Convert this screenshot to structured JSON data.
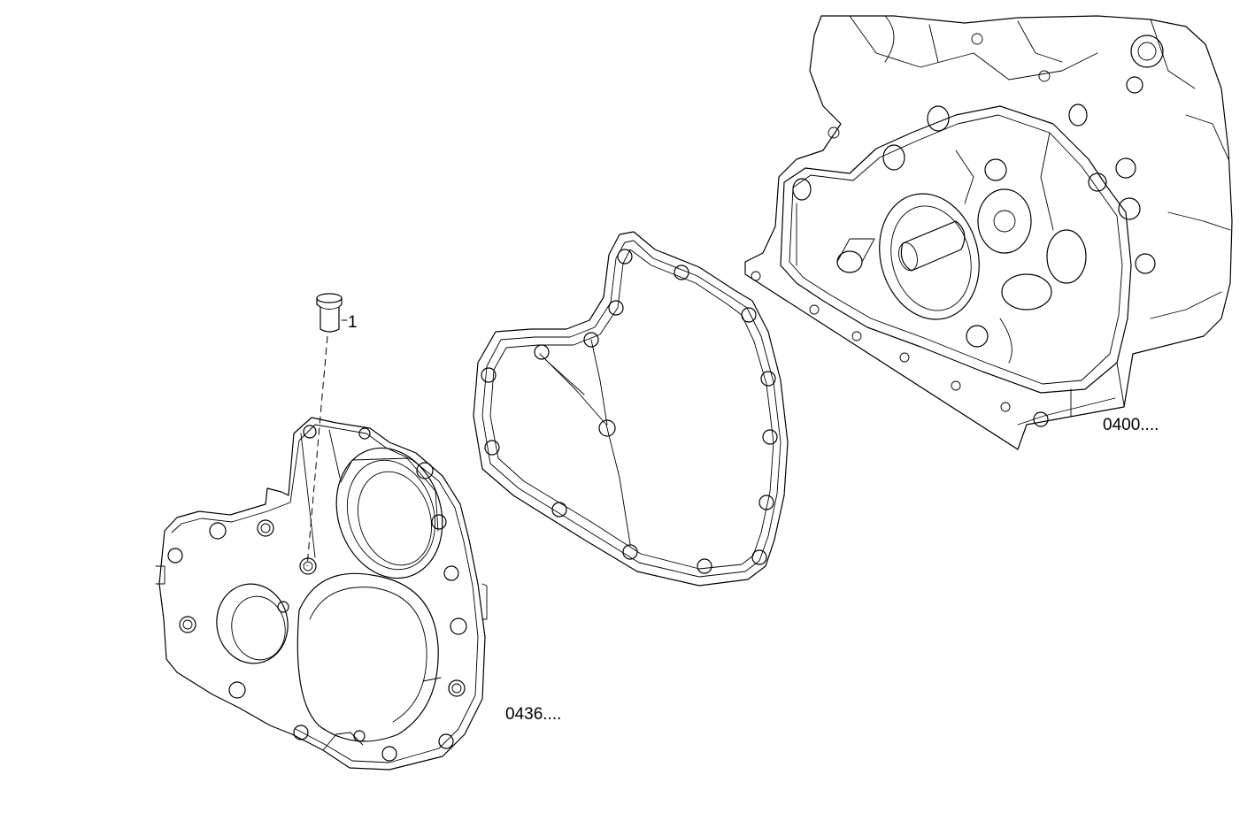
{
  "labels": {
    "part_number": "1",
    "cover_ref": "0436....",
    "block_ref": "0400...."
  }
}
